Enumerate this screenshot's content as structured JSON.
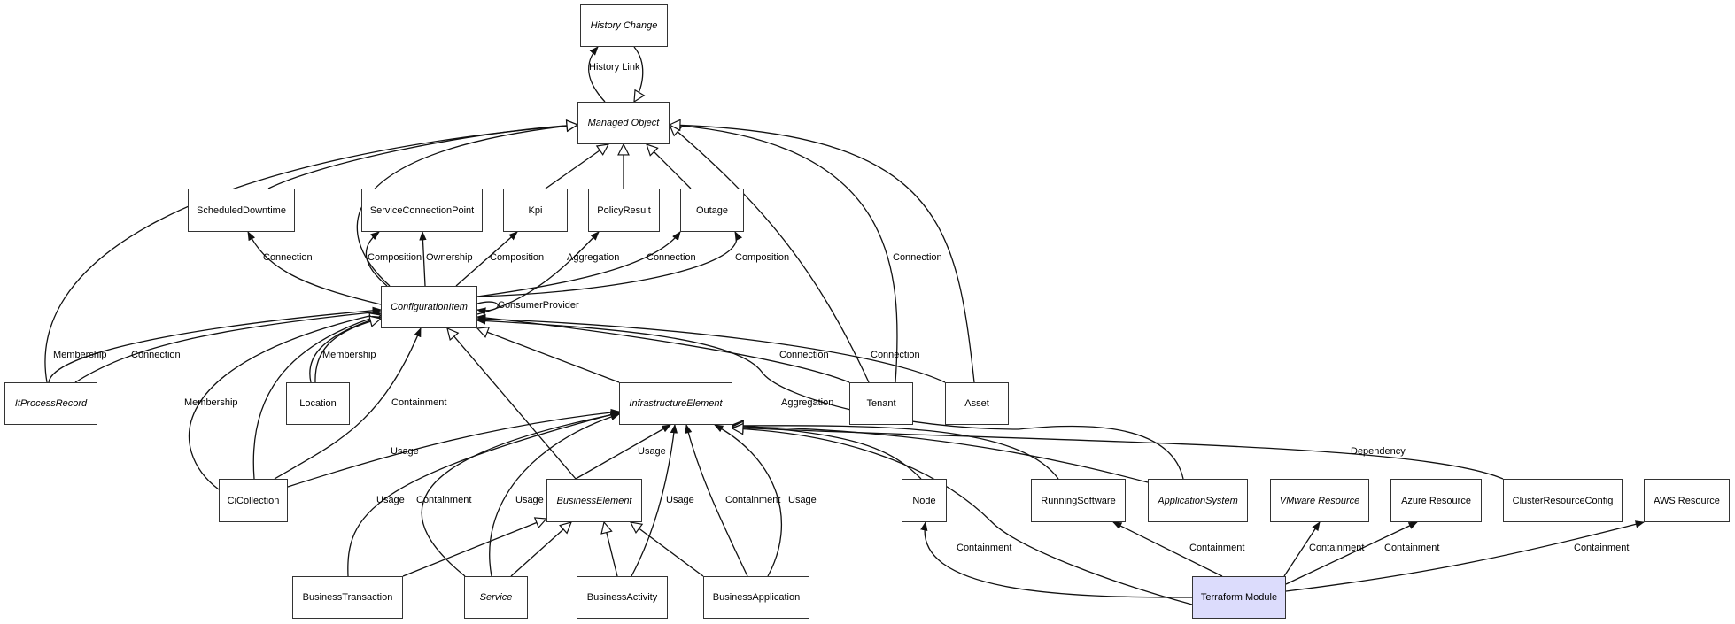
{
  "diagram": {
    "nodes": [
      {
        "id": "history_change",
        "label": "History Change",
        "abstract": true
      },
      {
        "id": "managed_object",
        "label": "Managed Object",
        "abstract": true
      },
      {
        "id": "scheduled_downtime",
        "label": "ScheduledDowntime",
        "abstract": false
      },
      {
        "id": "service_connection_point",
        "label": "ServiceConnectionPoint",
        "abstract": false
      },
      {
        "id": "kpi",
        "label": "Kpi",
        "abstract": false
      },
      {
        "id": "policy_result",
        "label": "PolicyResult",
        "abstract": false
      },
      {
        "id": "outage",
        "label": "Outage",
        "abstract": false
      },
      {
        "id": "configuration_item",
        "label": "ConfigurationItem",
        "abstract": true
      },
      {
        "id": "it_process_record",
        "label": "ItProcessRecord",
        "abstract": true
      },
      {
        "id": "location",
        "label": "Location",
        "abstract": false
      },
      {
        "id": "infrastructure_element",
        "label": "InfrastructureElement",
        "abstract": true
      },
      {
        "id": "tenant",
        "label": "Tenant",
        "abstract": false
      },
      {
        "id": "asset",
        "label": "Asset",
        "abstract": false
      },
      {
        "id": "ci_collection",
        "label": "CiCollection",
        "abstract": false
      },
      {
        "id": "business_element",
        "label": "BusinessElement",
        "abstract": true
      },
      {
        "id": "node",
        "label": "Node",
        "abstract": false
      },
      {
        "id": "running_software",
        "label": "RunningSoftware",
        "abstract": false
      },
      {
        "id": "application_system",
        "label": "ApplicationSystem",
        "abstract": true
      },
      {
        "id": "vmware_resource",
        "label": "VMware Resource",
        "abstract": true
      },
      {
        "id": "azure_resource",
        "label": "Azure Resource",
        "abstract": false
      },
      {
        "id": "cluster_resource_config",
        "label": "ClusterResourceConfig",
        "abstract": false
      },
      {
        "id": "aws_resource",
        "label": "AWS Resource",
        "abstract": false
      },
      {
        "id": "business_transaction",
        "label": "BusinessTransaction",
        "abstract": false
      },
      {
        "id": "service",
        "label": "Service",
        "abstract": true
      },
      {
        "id": "business_activity",
        "label": "BusinessActivity",
        "abstract": false
      },
      {
        "id": "business_application",
        "label": "BusinessApplication",
        "abstract": false
      },
      {
        "id": "terraform_module",
        "label": "Terraform Module",
        "abstract": false,
        "highlighted": true
      }
    ],
    "edges": [
      {
        "from": "managed_object",
        "to": "history_change",
        "label": "History Link",
        "kind": "association"
      },
      {
        "from": "history_change",
        "to": "managed_object",
        "label": "",
        "kind": "inheritance"
      },
      {
        "from": "scheduled_downtime",
        "to": "managed_object",
        "label": "",
        "kind": "inheritance"
      },
      {
        "from": "kpi",
        "to": "managed_object",
        "label": "",
        "kind": "inheritance"
      },
      {
        "from": "policy_result",
        "to": "managed_object",
        "label": "",
        "kind": "inheritance"
      },
      {
        "from": "outage",
        "to": "managed_object",
        "label": "",
        "kind": "inheritance"
      },
      {
        "from": "configuration_item",
        "to": "managed_object",
        "label": "",
        "kind": "inheritance"
      },
      {
        "from": "it_process_record",
        "to": "managed_object",
        "label": "",
        "kind": "inheritance"
      },
      {
        "from": "tenant",
        "to": "managed_object",
        "label": "",
        "kind": "inheritance"
      },
      {
        "from": "tenant",
        "to": "managed_object",
        "label": "Connection",
        "kind": "association"
      },
      {
        "from": "asset",
        "to": "managed_object",
        "label": "",
        "kind": "inheritance"
      },
      {
        "from": "configuration_item",
        "to": "scheduled_downtime",
        "label": "Connection",
        "kind": "association"
      },
      {
        "from": "configuration_item",
        "to": "service_connection_point",
        "label": "Composition",
        "kind": "association"
      },
      {
        "from": "configuration_item",
        "to": "service_connection_point",
        "label": "Ownership",
        "kind": "association"
      },
      {
        "from": "configuration_item",
        "to": "kpi",
        "label": "Composition",
        "kind": "association"
      },
      {
        "from": "configuration_item",
        "to": "policy_result",
        "label": "Aggregation",
        "kind": "association"
      },
      {
        "from": "configuration_item",
        "to": "outage",
        "label": "Connection",
        "kind": "association"
      },
      {
        "from": "configuration_item",
        "to": "outage",
        "label": "Composition",
        "kind": "association"
      },
      {
        "from": "configuration_item",
        "to": "configuration_item",
        "label": "ConsumerProvider",
        "kind": "association"
      },
      {
        "from": "it_process_record",
        "to": "configuration_item",
        "label": "Membership",
        "kind": "association"
      },
      {
        "from": "it_process_record",
        "to": "configuration_item",
        "label": "Connection",
        "kind": "association"
      },
      {
        "from": "ci_collection",
        "to": "configuration_item",
        "label": "Membership",
        "kind": "association"
      },
      {
        "from": "ci_collection",
        "to": "configuration_item",
        "label": "",
        "kind": "inheritance"
      },
      {
        "from": "location",
        "to": "configuration_item",
        "label": "Membership",
        "kind": "association"
      },
      {
        "from": "location",
        "to": "configuration_item",
        "label": "",
        "kind": "inheritance"
      },
      {
        "from": "ci_collection",
        "to": "configuration_item",
        "label": "Containment",
        "kind": "association"
      },
      {
        "from": "business_element",
        "to": "configuration_item",
        "label": "",
        "kind": "inheritance"
      },
      {
        "from": "infrastructure_element",
        "to": "configuration_item",
        "label": "",
        "kind": "inheritance"
      },
      {
        "from": "tenant",
        "to": "configuration_item",
        "label": "Connection",
        "kind": "association"
      },
      {
        "from": "asset",
        "to": "configuration_item",
        "label": "Connection",
        "kind": "association"
      },
      {
        "from": "application_system",
        "to": "configuration_item",
        "label": "Aggregation",
        "kind": "association"
      },
      {
        "from": "ci_collection",
        "to": "infrastructure_element",
        "label": "Usage",
        "kind": "association"
      },
      {
        "from": "business_transaction",
        "to": "infrastructure_element",
        "label": "Usage",
        "kind": "association"
      },
      {
        "from": "service",
        "to": "infrastructure_element",
        "label": "Containment",
        "kind": "association"
      },
      {
        "from": "service",
        "to": "infrastructure_element",
        "label": "Usage",
        "kind": "association"
      },
      {
        "from": "business_element",
        "to": "infrastructure_element",
        "label": "Usage",
        "kind": "association"
      },
      {
        "from": "business_activity",
        "to": "infrastructure_element",
        "label": "Usage",
        "kind": "association"
      },
      {
        "from": "business_application",
        "to": "infrastructure_element",
        "label": "Containment",
        "kind": "association"
      },
      {
        "from": "business_application",
        "to": "infrastructure_element",
        "label": "Usage",
        "kind": "association"
      },
      {
        "from": "node",
        "to": "infrastructure_element",
        "label": "",
        "kind": "inheritance"
      },
      {
        "from": "running_software",
        "to": "infrastructure_element",
        "label": "",
        "kind": "inheritance"
      },
      {
        "from": "application_system",
        "to": "infrastructure_element",
        "label": "",
        "kind": "inheritance"
      },
      {
        "from": "cluster_resource_config",
        "to": "infrastructure_element",
        "label": "Dependency",
        "kind": "association"
      },
      {
        "from": "terraform_module",
        "to": "infrastructure_element",
        "label": "",
        "kind": "inheritance"
      },
      {
        "from": "business_transaction",
        "to": "business_element",
        "label": "",
        "kind": "inheritance"
      },
      {
        "from": "service",
        "to": "business_element",
        "label": "",
        "kind": "inheritance"
      },
      {
        "from": "business_activity",
        "to": "business_element",
        "label": "",
        "kind": "inheritance"
      },
      {
        "from": "business_application",
        "to": "business_element",
        "label": "",
        "kind": "inheritance"
      },
      {
        "from": "terraform_module",
        "to": "node",
        "label": "Containment",
        "kind": "association"
      },
      {
        "from": "terraform_module",
        "to": "running_software",
        "label": "Containment",
        "kind": "association"
      },
      {
        "from": "terraform_module",
        "to": "vmware_resource",
        "label": "Containment",
        "kind": "association"
      },
      {
        "from": "terraform_module",
        "to": "azure_resource",
        "label": "Containment",
        "kind": "association"
      },
      {
        "from": "terraform_module",
        "to": "aws_resource",
        "label": "Containment",
        "kind": "association"
      }
    ],
    "colors": {
      "highlight_fill": "#dcdcfc",
      "node_border": "#333333",
      "edge_stroke": "#111111"
    }
  }
}
